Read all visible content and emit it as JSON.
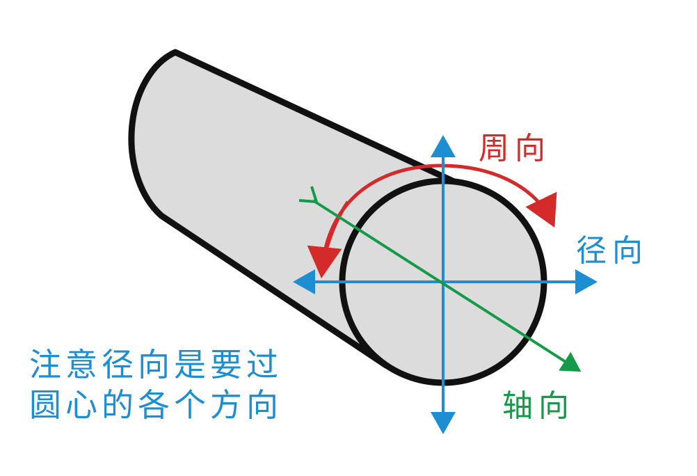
{
  "labels": {
    "circumferential": "周向",
    "radial": "径向",
    "axial": "轴向"
  },
  "note": {
    "line1": "注意径向是要过",
    "line2": "圆心的各个方向"
  },
  "colors": {
    "circumferential": "#d42a2a",
    "radial": "#1e8ed2",
    "axial": "#159a4a",
    "note_text": "#1e8ed2",
    "cylinder_fill": "#dcdcdc",
    "outline": "#111111"
  }
}
